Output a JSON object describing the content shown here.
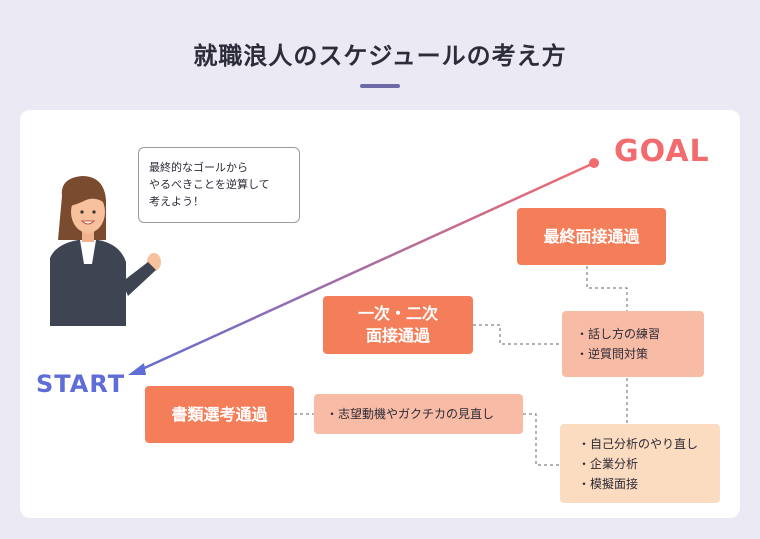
{
  "title": "就職浪人のスケジュールの考え方",
  "goal_label": "GOAL",
  "start_label": "START",
  "speech_bubble": "最終的なゴールから\nやるべきことを逆算して\n考えよう！",
  "steps": {
    "final": "最終面接通過",
    "first_second": "一次・二次\n面接通過",
    "documents": "書類選考通過"
  },
  "tasks": {
    "speaking": "・話し方の練習\n・逆質問対策",
    "motivation": "・志望動機やガクチカの見直し",
    "analysis": "・自己分析のやり直し\n・企業分析\n・模擬面接"
  },
  "colors": {
    "step_box": "#f47e5a",
    "task_box": "#f8bca6",
    "task_box_light": "#fcdcc0",
    "goal": "#f26b6f",
    "start": "#5f6ed6"
  }
}
